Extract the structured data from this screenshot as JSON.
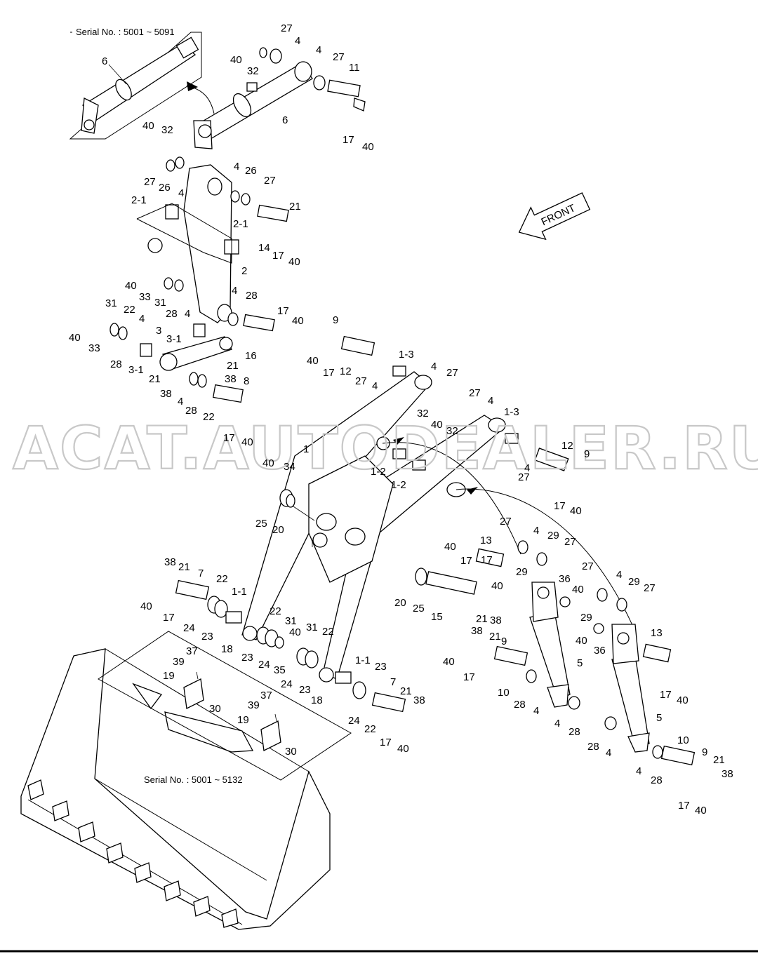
{
  "inset_top": {
    "serial_label": "Serial No. : 5001 ~ 5091"
  },
  "inset_bucket": {
    "serial_label": "Serial No. : 5001 ~ 5132"
  },
  "front_label": "FRONT",
  "watermark": "ACAT.AUTODEALER.RU",
  "callouts": [
    "6",
    "27",
    "4",
    "40",
    "32",
    "4",
    "27",
    "11",
    "6",
    "17",
    "40",
    "40",
    "32",
    "27",
    "26",
    "4",
    "4",
    "26",
    "27",
    "2-1",
    "21",
    "2-1",
    "14",
    "17",
    "40",
    "2",
    "40",
    "33",
    "31",
    "28",
    "4",
    "4",
    "28",
    "17",
    "40",
    "31",
    "22",
    "4",
    "40",
    "33",
    "28",
    "3",
    "3-1",
    "3-1",
    "21",
    "21",
    "38",
    "16",
    "38",
    "4",
    "28",
    "22",
    "8",
    "17",
    "40",
    "9",
    "40",
    "17",
    "12",
    "27",
    "4",
    "1-3",
    "4",
    "27",
    "32",
    "27",
    "4",
    "40",
    "32",
    "1-3",
    "12",
    "9",
    "4",
    "27",
    "17",
    "40",
    "1",
    "1-2",
    "1-2",
    "40",
    "34",
    "25",
    "20",
    "38",
    "21",
    "7",
    "22",
    "1-1",
    "40",
    "17",
    "24",
    "23",
    "18",
    "22",
    "31",
    "40",
    "23",
    "24",
    "35",
    "31",
    "22",
    "24",
    "23",
    "18",
    "1-1",
    "23",
    "7",
    "21",
    "38",
    "24",
    "22",
    "17",
    "40",
    "13",
    "40",
    "17",
    "17",
    "40",
    "20",
    "25",
    "15",
    "21",
    "38",
    "27",
    "4",
    "29",
    "27",
    "29",
    "36",
    "40",
    "27",
    "4",
    "29",
    "27",
    "29",
    "40",
    "36",
    "13",
    "17",
    "40",
    "38",
    "21",
    "9",
    "40",
    "17",
    "10",
    "28",
    "4",
    "5",
    "4",
    "28",
    "5",
    "28",
    "4",
    "10",
    "9",
    "21",
    "38",
    "4",
    "28",
    "17",
    "40",
    "37",
    "39",
    "19",
    "30",
    "37",
    "39",
    "19",
    "30"
  ]
}
